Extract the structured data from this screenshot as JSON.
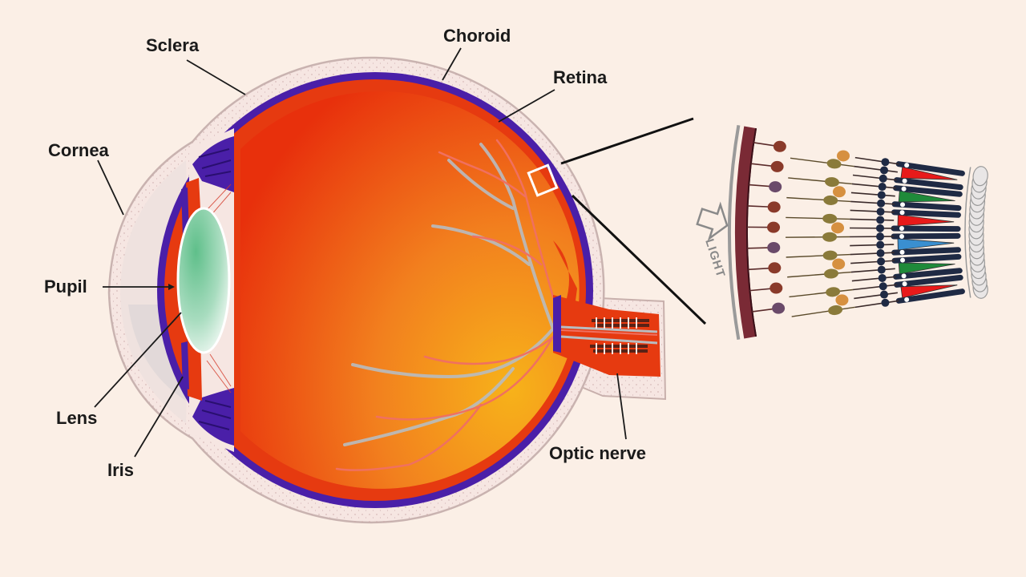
{
  "labels": {
    "sclera": "Sclera",
    "choroid": "Choroid",
    "retina": "Retina",
    "cornea": "Cornea",
    "pupil": "Pupil",
    "lens": "Lens",
    "iris": "Iris",
    "optic_nerve": "Optic nerve",
    "light": "LIGHT"
  },
  "colors": {
    "background": "#fbefe6",
    "sclera": "#f6e6e2",
    "choroid": "#4a1fa8",
    "retina": "#e63a10",
    "vitreous": "#f08020",
    "lens": "#6fc79a",
    "vessel_red": "#f07060",
    "vessel_gray": "#b8b8b8",
    "cone_red": "#e81a1a",
    "cone_green": "#1f8a3a",
    "cone_blue": "#3a8fd0",
    "rod": "#1f2a44"
  },
  "retina_detail": {
    "rod_count": 18,
    "cone_colors": [
      "cone_red",
      "cone_green",
      "cone_blue",
      "cone_red",
      "cone_green",
      "cone_red"
    ]
  }
}
